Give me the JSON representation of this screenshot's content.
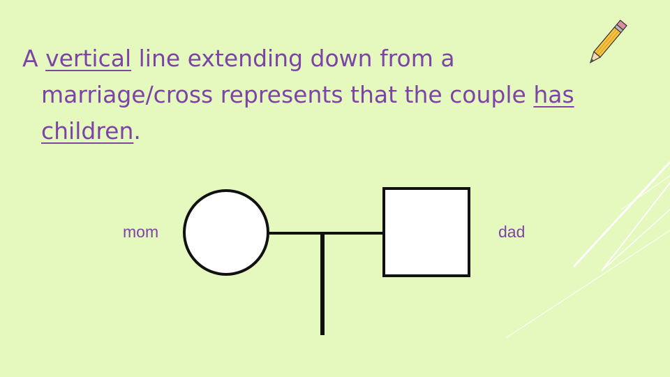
{
  "text": {
    "seg1": "A ",
    "seg2": "vertical",
    "seg3": " line extending down from a",
    "seg4": "marriage/cross represents that the couple ",
    "seg5": "has",
    "seg6": "children",
    "seg7": "."
  },
  "labels": {
    "mom": "mom",
    "dad": "dad"
  },
  "colors": {
    "background": "#e5f8bd",
    "text": "#7b44a6",
    "lines": "#111111"
  },
  "icons": {
    "pencil": "pencil-icon"
  }
}
